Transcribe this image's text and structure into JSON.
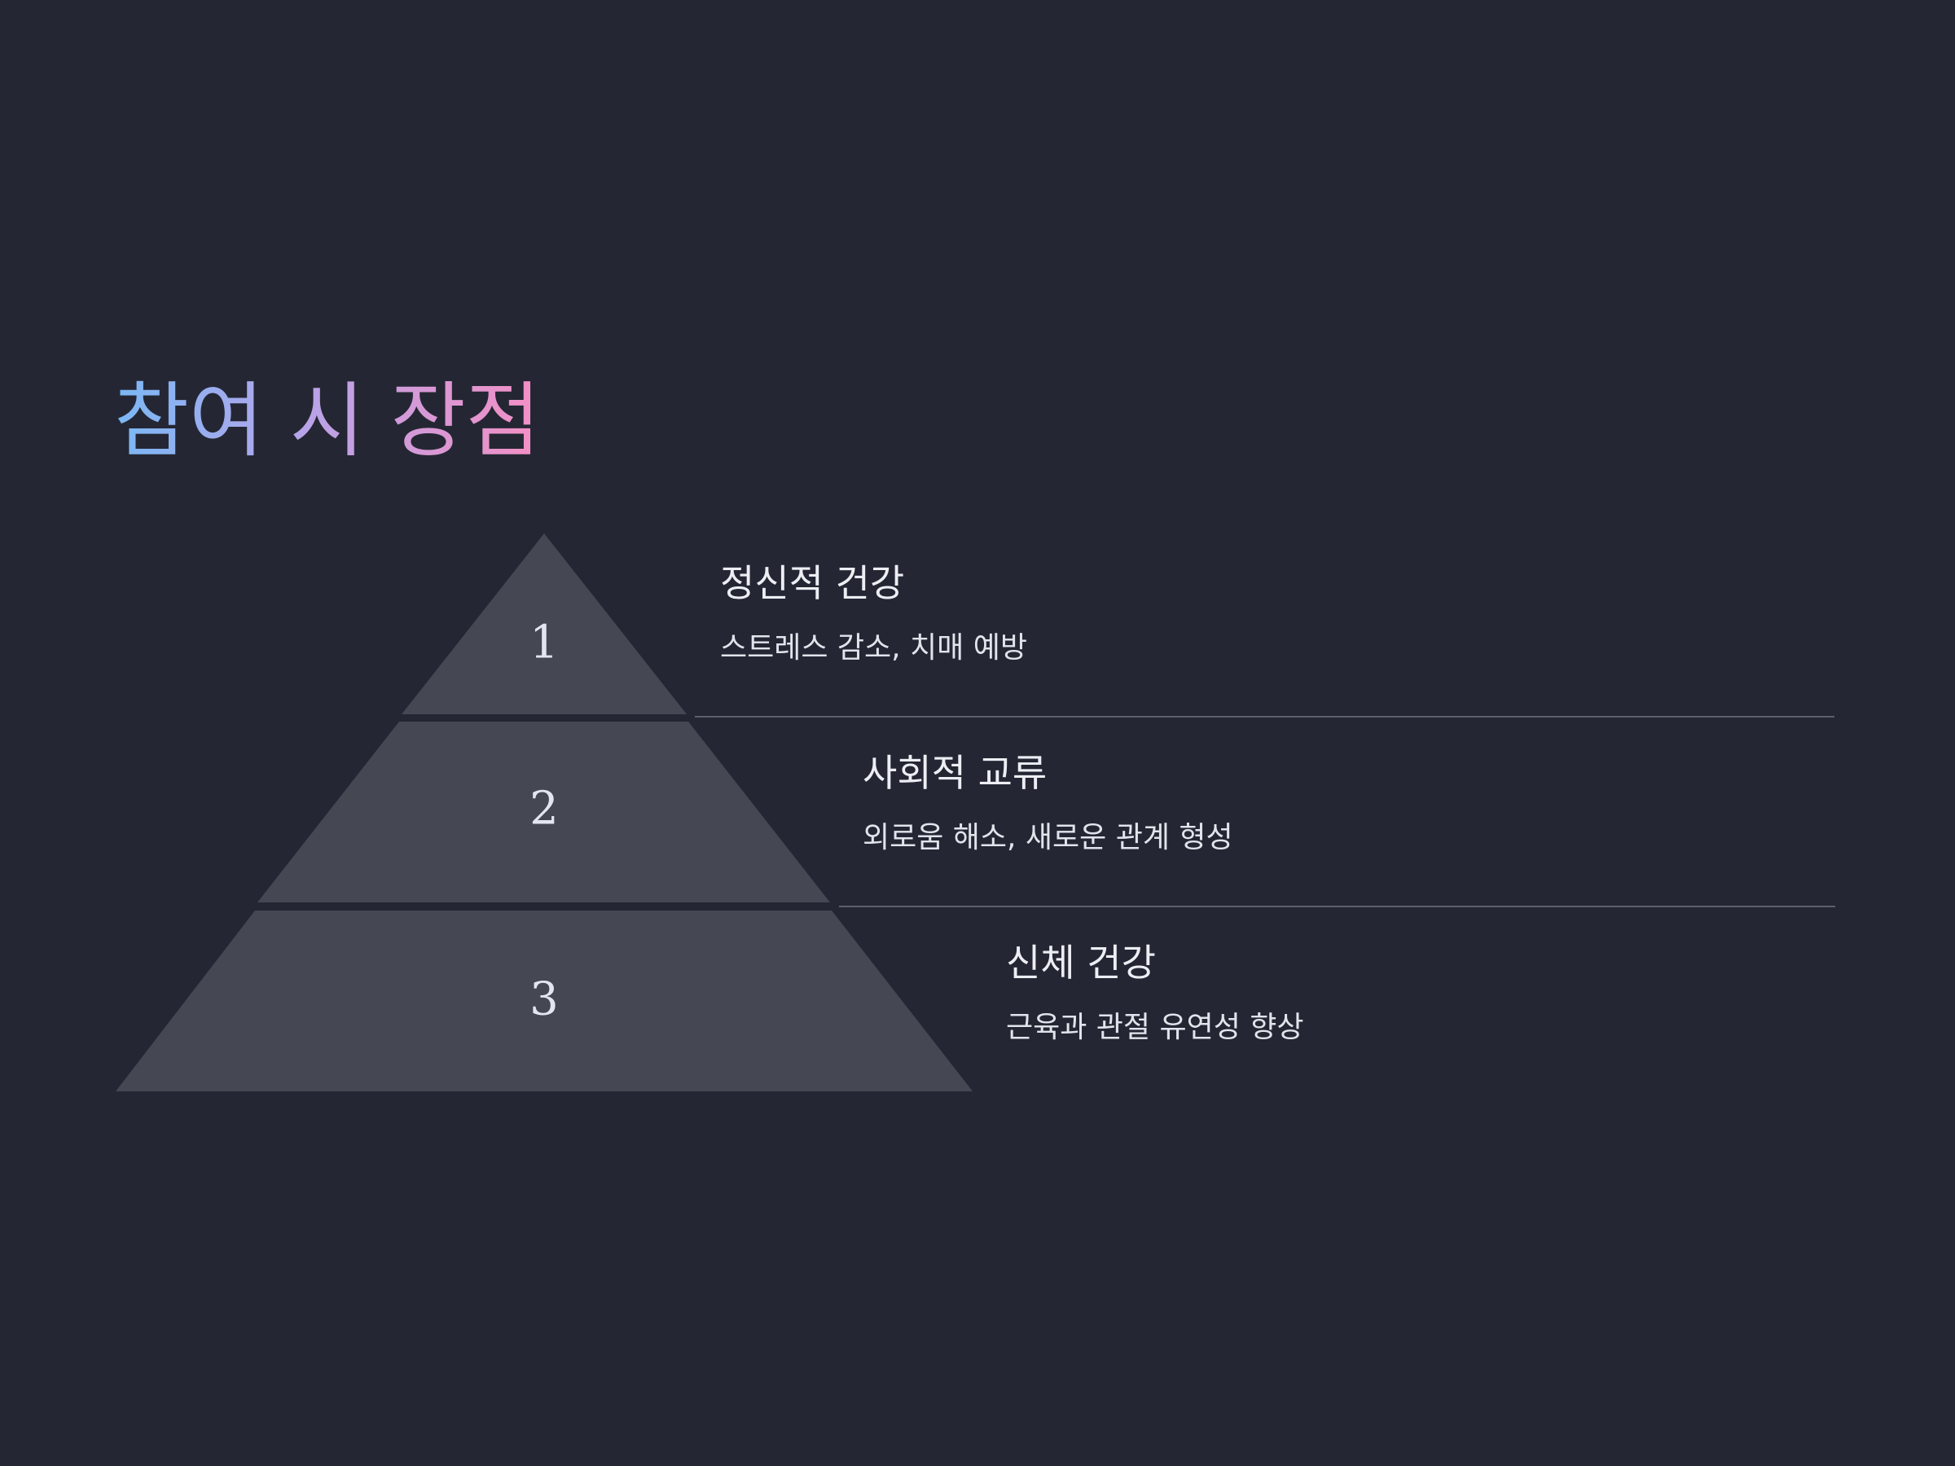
{
  "title": "참여 시 장점",
  "levels": [
    {
      "number": "1",
      "heading": "정신적 건강",
      "description": "스트레스 감소, 치매 예방"
    },
    {
      "number": "2",
      "heading": "사회적 교류",
      "description": "외로움 해소, 새로운 관계 형성"
    },
    {
      "number": "3",
      "heading": "신체 건강",
      "description": "근육과 관절 유연성 향상"
    }
  ],
  "colors": {
    "background": "#242733",
    "pyramid_fill": "#454853",
    "divider": "#5c606c",
    "title_gradient": [
      "#7ab8f5",
      "#b9a3e8",
      "#f48fc4"
    ]
  }
}
